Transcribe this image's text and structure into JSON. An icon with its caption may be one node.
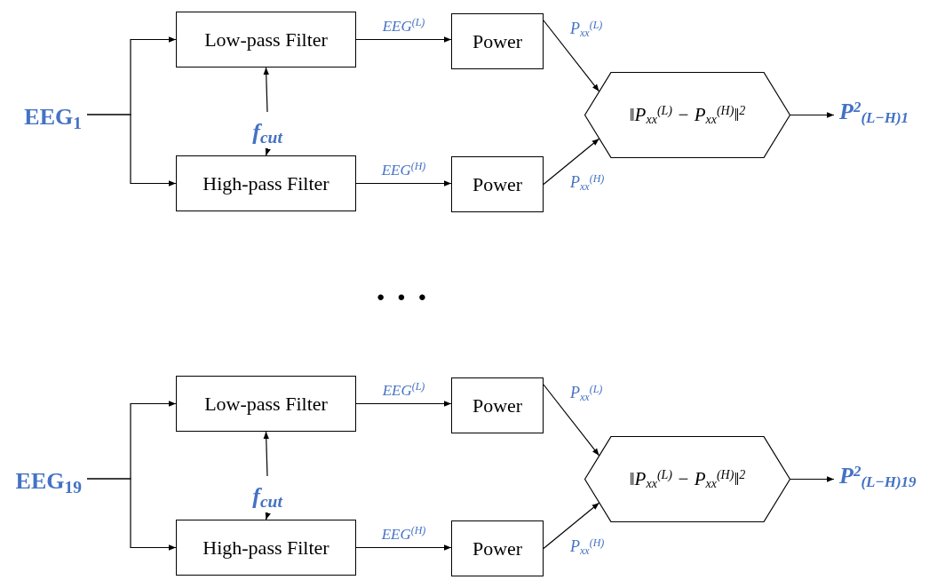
{
  "diagram": {
    "nodes": [
      {
        "text": [
          "EEG$_{1}$"
        ]
      },
      {
        "text": [
          "Low-pass Filter"
        ]
      },
      {
        "text": [
          "High-pass Filter"
        ]
      },
      {
        "text": [
          "f$_{cut}$"
        ]
      },
      {
        "text": [
          "Power"
        ]
      },
      {
        "text": [
          "Power"
        ]
      },
      {
        "text": [
          "‖P$_{xx}$$^{(L)}$ − P$_{xx}$$^{(H)}$‖$^{2}$"
        ]
      },
      {
        "text": [
          "P$^{2}$$_{(L−H)1}$"
        ]
      },
      {
        "text": [
          "EEG$_{19}$"
        ]
      },
      {
        "text": [
          "Low-pass Filter"
        ]
      },
      {
        "text": [
          "High-pass Filter"
        ]
      },
      {
        "text": [
          "f$_{cut}$"
        ]
      },
      {
        "text": [
          "Power"
        ]
      },
      {
        "text": [
          "Power"
        ]
      },
      {
        "text": [
          "‖P$_{xx}$$^{(L)}$ − P$_{xx}$$^{(H)}$‖$^{2}$"
        ]
      },
      {
        "text": [
          "P$^{2}$$_{(L−H)19}$"
        ]
      }
    ],
    "edges": [
      {
        "from": 0,
        "to": 1,
        "arrow": "to"
      },
      {
        "from": 0,
        "to": 2,
        "arrow": "to"
      },
      {
        "from": 3,
        "to": 1,
        "arrow": "to"
      },
      {
        "from": 3,
        "to": 2,
        "arrow": "to"
      },
      {
        "from": 1,
        "to": 4,
        "arrow": "to",
        "label": "EEG$^{(L)}$"
      },
      {
        "from": 2,
        "to": 5,
        "arrow": "to",
        "label": "EEG$^{(H)}$"
      },
      {
        "from": 4,
        "to": 6,
        "arrow": "to",
        "label": "P$_{xx}$$^{(L)}$"
      },
      {
        "from": 5,
        "to": 6,
        "arrow": "to",
        "label": "P$_{xx}$$^{(H)}$"
      },
      {
        "from": 6,
        "to": 7,
        "arrow": "to"
      },
      {
        "from": 8,
        "to": 9,
        "arrow": "to"
      },
      {
        "from": 8,
        "to": 10,
        "arrow": "to"
      },
      {
        "from": 11,
        "to": 9,
        "arrow": "to"
      },
      {
        "from": 11,
        "to": 10,
        "arrow": "to"
      },
      {
        "from": 9,
        "to": 12,
        "arrow": "to",
        "label": "EEG$^{(L)}$"
      },
      {
        "from": 10,
        "to": 13,
        "arrow": "to",
        "label": "EEG$^{(H)}$"
      },
      {
        "from": 12,
        "to": 14,
        "arrow": "to",
        "label": "P$_{xx}$$^{(L)}$"
      },
      {
        "from": 13,
        "to": 14,
        "arrow": "to",
        "label": "P$_{xx}$$^{(H)}$"
      },
      {
        "from": 14,
        "to": 15,
        "arrow": "to"
      }
    ],
    "labels": [
      "· · ·"
    ]
  }
}
